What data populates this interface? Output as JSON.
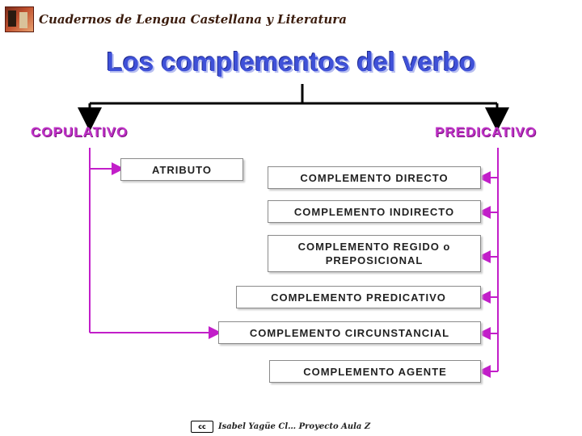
{
  "header": {
    "site_title": "Cuadernos de Lengua Castellana y Literatura",
    "logo_icon": "book-photo-logo-icon"
  },
  "title": "Los complementos del verbo",
  "branches": {
    "left": "COPULATIVO",
    "right": "PREDICATIVO"
  },
  "boxes": {
    "atributo": "ATRIBUTO",
    "directo": "COMPLEMENTO DIRECTO",
    "indirecto": "COMPLEMENTO INDIRECTO",
    "regido_line1": "COMPLEMENTO REGIDO o",
    "regido_line2": "PREPOSICIONAL",
    "predicativo": "COMPLEMENTO PREDICATIVO",
    "circunstancial": "COMPLEMENTO CIRCUNSTANCIAL",
    "agente": "COMPLEMENTO AGENTE"
  },
  "footer": {
    "text": "Isabel Yagüe Cl… Proyecto Aula Z",
    "license_icon": "creative-commons-icon",
    "license_label": "cc"
  },
  "colors": {
    "title": "#3f51d8",
    "branch": "#c033c8",
    "connector_left": "#c21ec9",
    "connector_right": "#d81fd8",
    "tree_lines": "#000000"
  }
}
